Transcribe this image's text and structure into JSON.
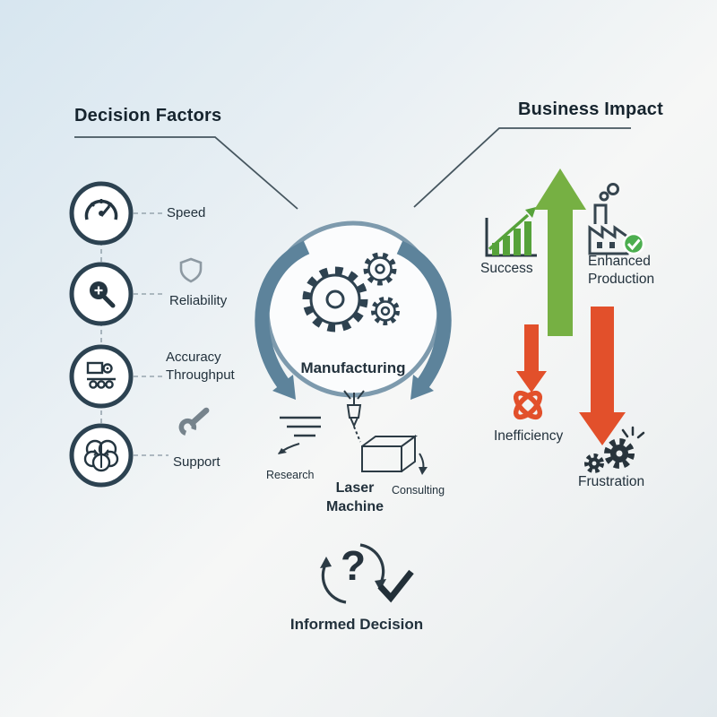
{
  "headings": {
    "decision_factors": "Decision Factors",
    "business_impact": "Business Impact"
  },
  "decision_factors": {
    "items": [
      {
        "icon": "speedometer-icon",
        "label": "Speed"
      },
      {
        "icon": "magnifier-icon",
        "label": "Reliability",
        "side_icon": "shield-icon"
      },
      {
        "icon": "conveyor-icon",
        "label": "Accuracy Throughput"
      },
      {
        "icon": "brain-icon",
        "label": "Support",
        "side_icon": "wrench-icon"
      }
    ]
  },
  "process": {
    "center_label": "Manufacturing",
    "machine_label": "Laser Machine",
    "left_step": "Research",
    "right_step": "Consulting"
  },
  "business_impact": {
    "positive": [
      {
        "icon": "growth-chart-icon",
        "label": "Success"
      },
      {
        "icon": "factory-check-icon",
        "label": "Enhanced Production"
      }
    ],
    "negative": [
      {
        "icon": "tangle-icon",
        "label": "Inefficiency"
      },
      {
        "icon": "broken-gears-icon",
        "label": "Frustration"
      }
    ]
  },
  "conclusion": {
    "label": "Informed Decision",
    "question_glyph": "?"
  },
  "icons": {
    "speedometer-icon": "gauge",
    "magnifier-icon": "magnifying-glass",
    "conveyor-icon": "inspection-machine",
    "brain-icon": "brain",
    "shield-icon": "shield",
    "wrench-icon": "wrench",
    "gears-icon": "gears",
    "cycle-arrows-icon": "curved-process-arrows",
    "laser-cutter-icon": "laser-cutting-machine",
    "growth-chart-icon": "rising-bar-chart",
    "up-arrow-icon": "green-up-arrow",
    "factory-check-icon": "factory-with-checkmark",
    "down-arrow-small-icon": "red-down-arrow",
    "down-arrow-large-icon": "red-down-arrow",
    "tangle-icon": "tangled-knot",
    "broken-gears-icon": "stressed-gears",
    "refresh-question-icon": "question-with-cycle-arrows",
    "checkmark-icon": "checkmark"
  },
  "colors": {
    "positive_green": "#76b043",
    "negative_red": "#e2502b",
    "process_blue": "#5d839b",
    "ring_dark": "#2c4251",
    "ink_dark": "#24333e"
  }
}
